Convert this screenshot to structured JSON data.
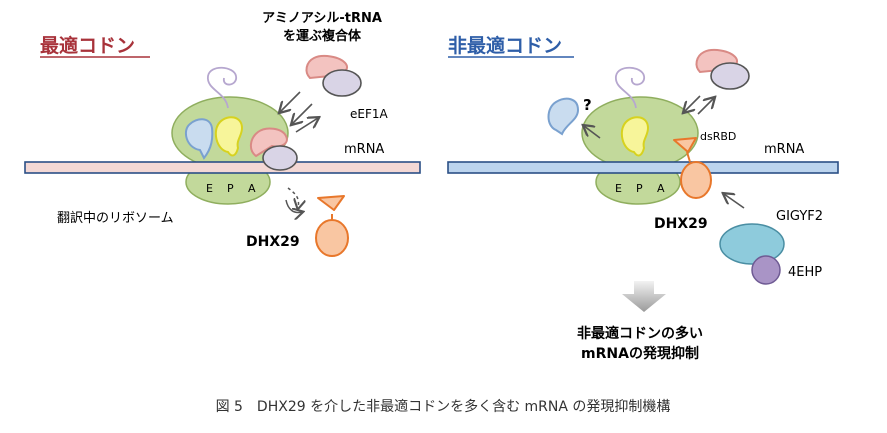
{
  "left_panel": {
    "title": "最適コドン",
    "aatrna_line1": "アミノアシル-tRNA",
    "aatrna_line2": "を運ぶ複合体",
    "eef1a": "eEF1A",
    "mrna": "mRNA",
    "site_e": "E",
    "site_p": "P",
    "site_a": "A",
    "ribosome_label": "翻訳中のリボソーム",
    "dhx29": "DHX29"
  },
  "right_panel": {
    "title": "非最適コドン",
    "question": "?",
    "dsrbd": "dsRBD",
    "mrna": "mRNA",
    "site_e": "E",
    "site_p": "P",
    "site_a": "A",
    "dhx29": "DHX29",
    "gigyf2": "GIGYF2",
    "ehp": "4EHP",
    "result_line1": "非最適コドンの多い",
    "result_line2": "mRNAの発現抑制"
  },
  "caption": "図 5　DHX29 を介した非最適コドンを多く含む mRNA の発現抑制機構",
  "colors": {
    "left_title": "#a8323a",
    "right_title": "#2e5ea8",
    "ribosome": "#c2d99b",
    "ribosome_stroke": "#8fae5e",
    "mrna_left": "#f3d8d5",
    "mrna_right": "#bcd4ee",
    "trna_yellow": "#f7f59a",
    "trna_blue": "#c9dcef",
    "trna_pink": "#f3c3c0",
    "eef1a": "#d9d4e6",
    "dhx29": "#f9c6a2",
    "dhx29_stroke": "#e8772b",
    "gigyf2": "#8ecbdc",
    "ehp": "#a994c6"
  }
}
